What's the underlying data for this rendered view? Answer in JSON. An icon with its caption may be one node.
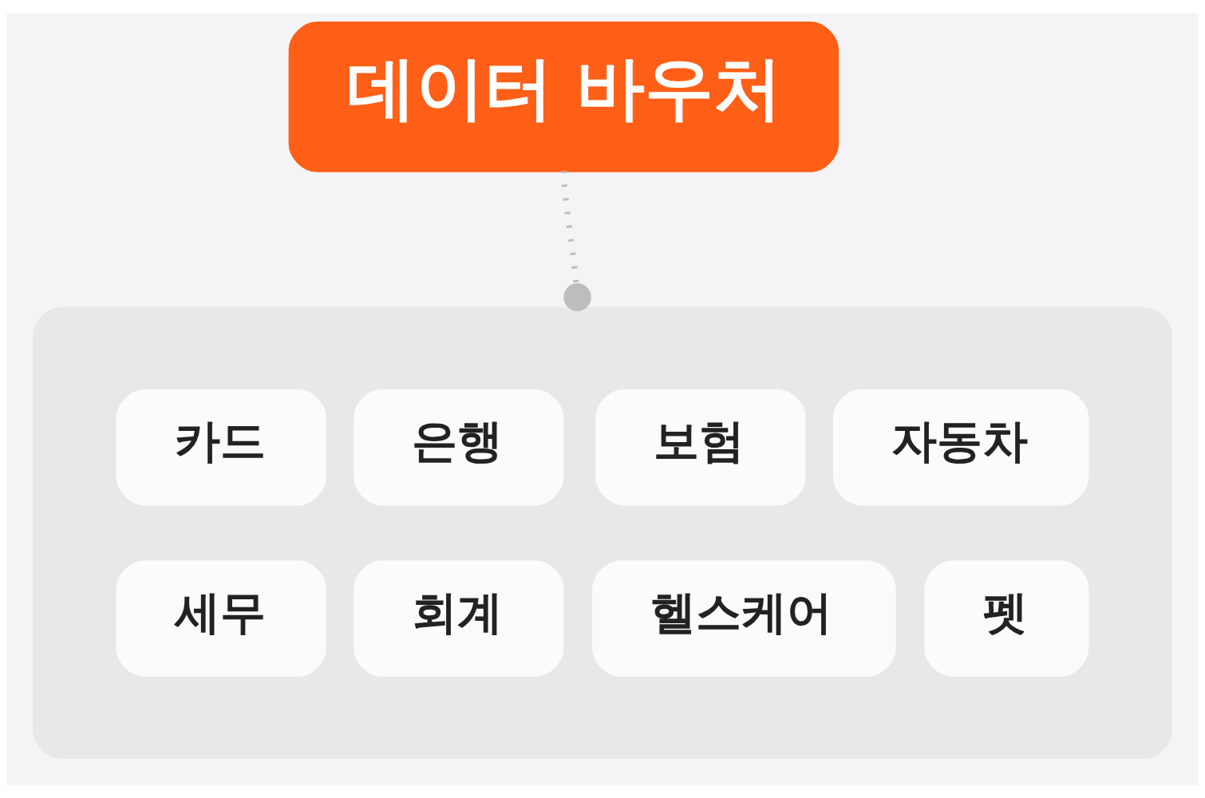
{
  "diagram": {
    "nodes": [
      {
        "text": [
          "데이터 바우처"
        ]
      },
      {
        "text": [],
        "shape": "box"
      },
      {
        "text": [
          "카드"
        ],
        "in": 1
      },
      {
        "text": [
          "은행"
        ],
        "in": 1
      },
      {
        "text": [
          "보험"
        ],
        "in": 1
      },
      {
        "text": [
          "자동차"
        ],
        "in": 1
      },
      {
        "text": [
          "세무"
        ],
        "in": 1
      },
      {
        "text": [
          "회계"
        ],
        "in": 1
      },
      {
        "text": [
          "헬스케어"
        ],
        "in": 1
      },
      {
        "text": [
          "펫"
        ],
        "in": 1
      }
    ],
    "edges": [
      {
        "from": 0,
        "to": 1,
        "arrow": "other",
        "style": "dashed"
      }
    ]
  }
}
